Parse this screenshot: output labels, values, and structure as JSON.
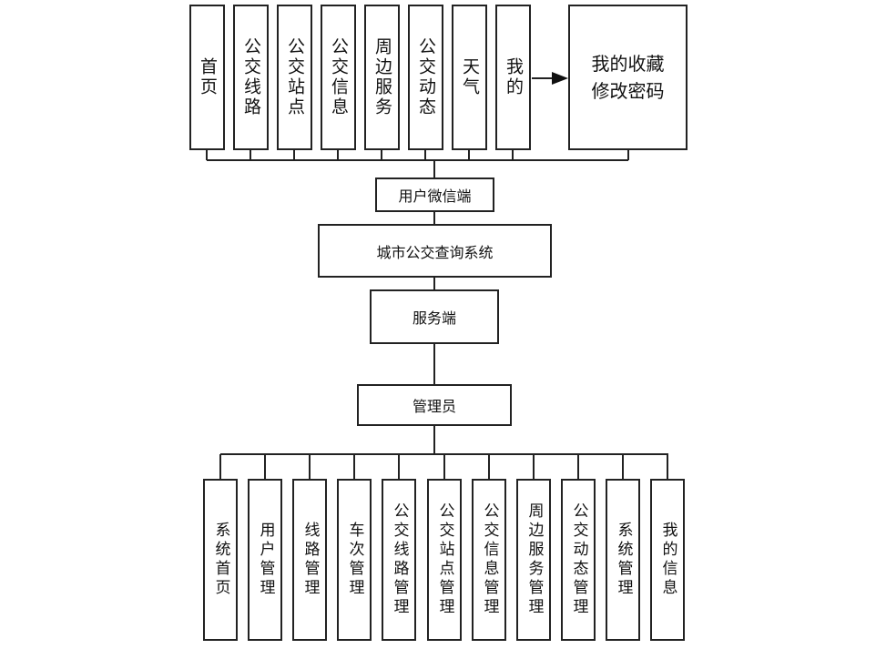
{
  "diagram": {
    "title": "城市公交查询系统",
    "user_side": {
      "label": "用户微信端",
      "modules": [
        {
          "label": "首页"
        },
        {
          "label": "公交线路"
        },
        {
          "label": "公交站点"
        },
        {
          "label": "公交信息"
        },
        {
          "label": "周边服务"
        },
        {
          "label": "公交动态"
        },
        {
          "label": "天气"
        },
        {
          "label": "我的"
        }
      ],
      "my_submodule": {
        "line1": "我的收藏",
        "line2": "修改密码"
      }
    },
    "server_side": {
      "label": "服务端",
      "role": "管理员",
      "modules": [
        {
          "label": "系统首页"
        },
        {
          "label": "用户管理"
        },
        {
          "label": "线路管理"
        },
        {
          "label": "车次管理"
        },
        {
          "label": "公交线路管理"
        },
        {
          "label": "公交站点管理"
        },
        {
          "label": "公交信息管理"
        },
        {
          "label": "周边服务管理"
        },
        {
          "label": "公交动态管理"
        },
        {
          "label": "系统管理"
        },
        {
          "label": "我的信息"
        }
      ]
    }
  }
}
